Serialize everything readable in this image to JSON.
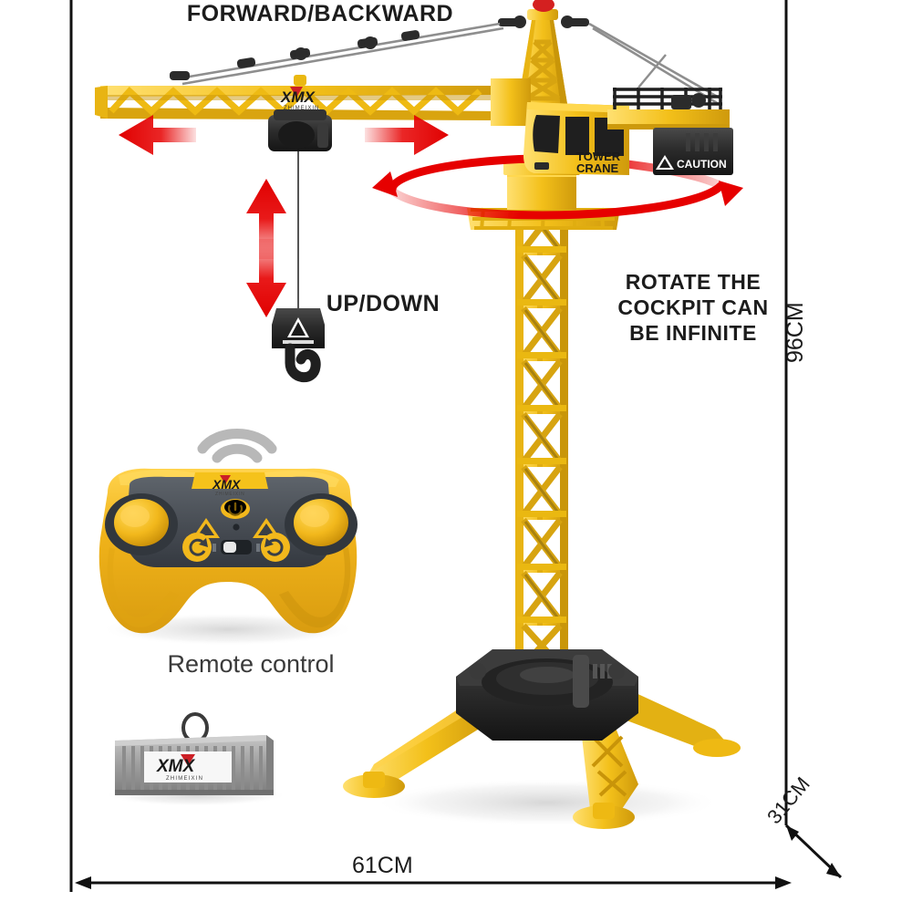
{
  "product": {
    "type": "RC Tower Crane toy product dimension diagram",
    "brand_logo_text": "XMX",
    "brand_sub_text": "ZHIMEIXIN"
  },
  "callouts": {
    "forward_backward": "FORWARD/BACKWARD",
    "up_down": "UP/DOWN",
    "rotate": "ROTATE THE\nCOCKPIT CAN\nBE INFINITE",
    "remote_control": "Remote control"
  },
  "dimensions": {
    "height": "96CM",
    "width": "61CM",
    "depth": "31CM"
  },
  "crane": {
    "cab_label_line1": "TOWER",
    "cab_label_line2": "CRANE",
    "counterweight_label": "CAUTION",
    "jib_logo": "XMX",
    "jib_logo_sub": "ZHIMEIXIN",
    "beacon_color": "#d42020"
  },
  "container": {
    "label_logo": "XMX",
    "label_sub": "ZHIMEIXIN"
  },
  "colors": {
    "crane_yellow": "#f5c21b",
    "crane_yellow_dark": "#d9a110",
    "crane_yellow_light": "#ffe06a",
    "black_part": "#2b2b2b",
    "arrow_red": "#e60000",
    "dimension_line": "#111111",
    "text_dark": "#1c1c1c",
    "container_gray": "#9a9a9a",
    "remote_body_yellow": "#f2b61c",
    "remote_face_gray": "#4a4f55",
    "wifi_gray": "#b8b8b8",
    "background": "#ffffff"
  },
  "arrows": {
    "jib_left": "left-arrow",
    "jib_right": "right-arrow",
    "hoist_up": "up-arrow",
    "hoist_down": "down-arrow",
    "rotate_swoosh": "rotation-arrow"
  }
}
